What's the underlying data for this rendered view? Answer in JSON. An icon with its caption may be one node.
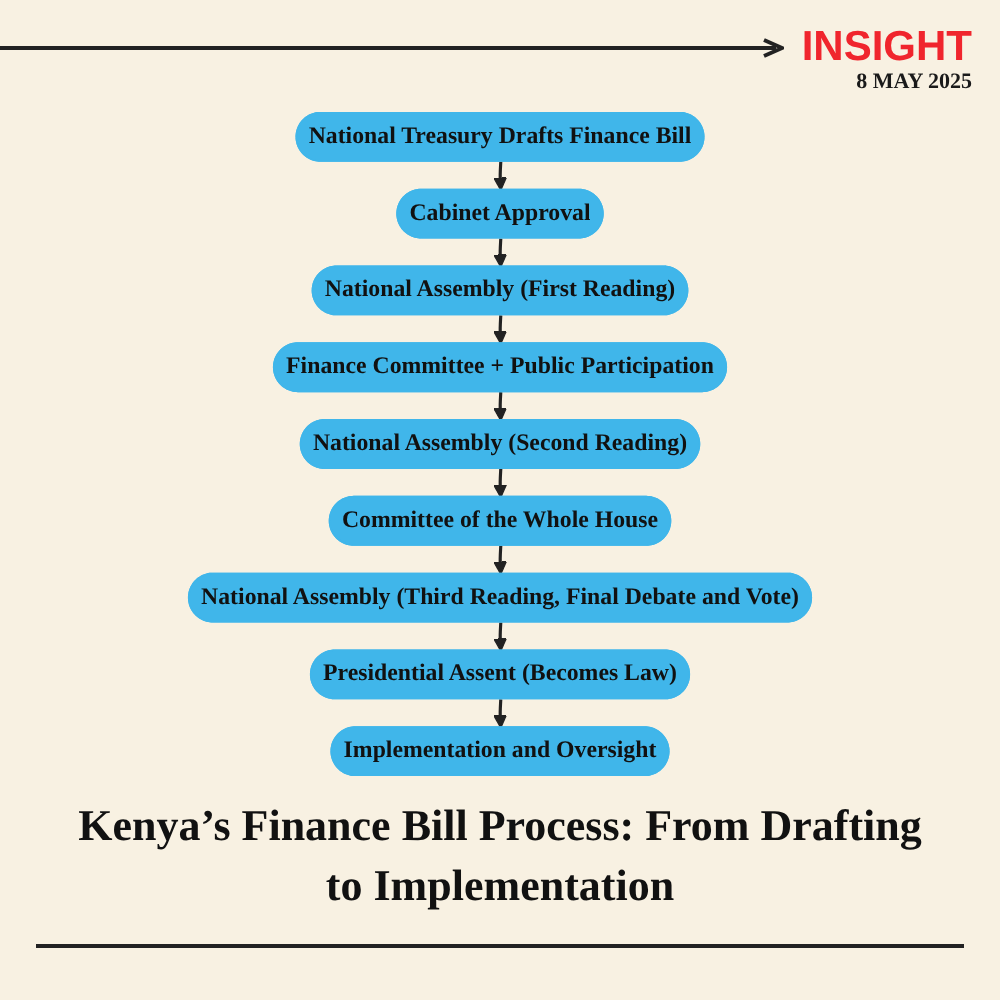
{
  "diagram": {
    "title": "Kenya’s Finance Bill Process: From Drafting to Implementation",
    "nodes": [
      {
        "text": [
          "National Treasury Drafts Finance Bill"
        ]
      },
      {
        "text": [
          "Cabinet Approval"
        ]
      },
      {
        "text": [
          "National Assembly (First Reading)"
        ]
      },
      {
        "text": [
          "Committee of the Whole House"
        ]
      },
      {
        "text": [
          "National Assembly (Second Reading)"
        ]
      },
      {
        "text": [
          "Finance Committee + Public Participation"
        ]
      },
      {
        "text": [
          "National Assembly (Third Reading, Final Debate and Vote)"
        ]
      },
      {
        "text": [
          "Presidential Assent (Becomes Law)"
        ]
      },
      {
        "text": [
          "Implementation and Oversight"
        ]
      }
    ],
    "edges": [
      {
        "from": 0,
        "to": 1,
        "arrow": "to"
      },
      {
        "from": 1,
        "to": 2,
        "arrow": "to"
      },
      {
        "from": 2,
        "to": 5,
        "arrow": "to"
      },
      {
        "from": 5,
        "to": 4,
        "arrow": "to"
      },
      {
        "from": 4,
        "to": 3,
        "arrow": "to"
      },
      {
        "from": 3,
        "to": 6,
        "arrow": "to"
      },
      {
        "from": 6,
        "to": 7,
        "arrow": "to"
      },
      {
        "from": 7,
        "to": 8,
        "arrow": "to"
      }
    ],
    "labels": [
      "INSIGHT",
      "8 MAY 2025"
    ]
  }
}
